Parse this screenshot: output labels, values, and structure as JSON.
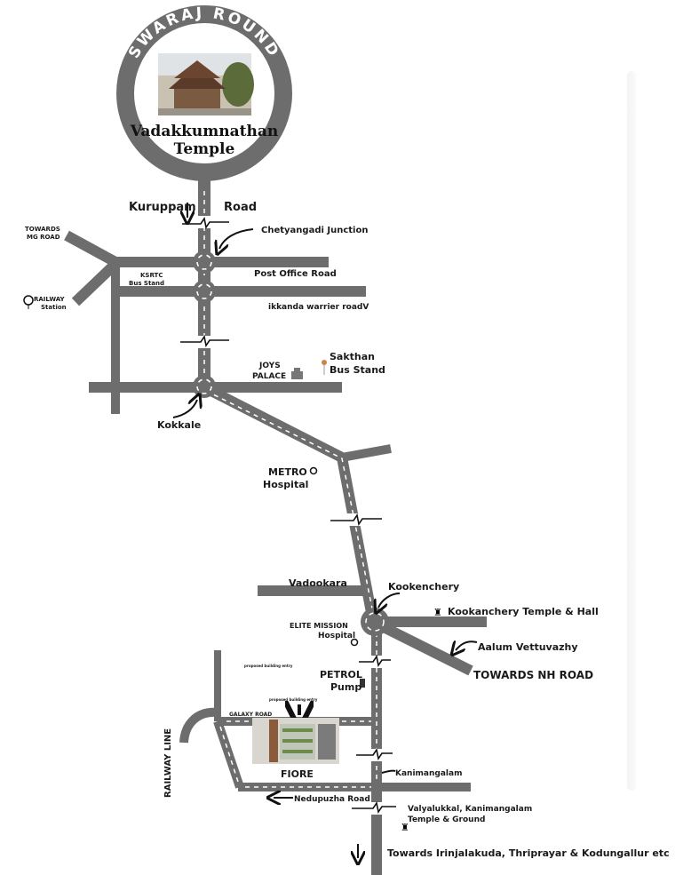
{
  "colors": {
    "road": "#6d6d6d",
    "text": "#1a1a1a",
    "background": "#ffffff"
  },
  "landmark": {
    "ring_label": "SWARAJ ROUND",
    "title_line1": "Vadakkumnathan",
    "title_line2": "Temple"
  },
  "labels": {
    "kuruppam": "Kuruppam",
    "road": "Road",
    "chetyangadi": "Chetyangadi Junction",
    "towards_mg_1": "TOWARDS",
    "towards_mg_2": "MG ROAD",
    "ksrtc_1": "KSRTC",
    "ksrtc_2": "Bus Stand",
    "post_office": "Post Office Road",
    "railway_1": "RAILWAY",
    "railway_2": "Station",
    "ikkanda": "ikkanda warrier roadV",
    "joys_1": "JOYS",
    "joys_2": "PALACE",
    "sakthan_1": "Sakthan",
    "sakthan_2": "Bus Stand",
    "kokkale": "Kokkale",
    "metro_1": "METRO",
    "metro_2": "Hospital",
    "vadookara": "Vadookara",
    "kookenchery": "Kookenchery",
    "kookanchery_temple": "Kookanchery Temple & Hall",
    "elite_1": "ELITE MISSION",
    "elite_2": "Hospital",
    "aalum": "Aalum Vettuvazhy",
    "towards_nh": "TOWARDS NH ROAD",
    "proposed_entry_1": "proposed building entry",
    "proposed_entry_2": "proposed building entry",
    "petrol_1": "PETROL",
    "petrol_2": "Pump",
    "galaxy": "GALAXY ROAD",
    "railway_line": "RAILWAY LINE",
    "fiore": "FIORE",
    "kanimangalam": "Kanimangalam",
    "nedupuzha": "Nedupuzha Road",
    "valyalukkal_1": "Valyalukkal, Kanimangalam",
    "valyalukkal_2": "Temple & Ground",
    "towards_south": "Towards Irinjalakuda, Thriprayar & Kodungallur etc"
  }
}
